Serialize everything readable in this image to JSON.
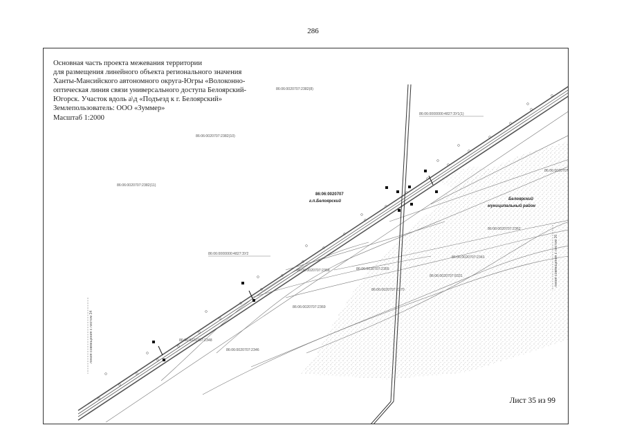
{
  "page_number": "286",
  "title_lines": [
    "Основная часть проекта межевания территории",
    "для размещения линейного объекта  регионального значения",
    "Ханты-Мансийского автономного округа-Югры «Волоконно-",
    "оптическая линия связи универсального доступа Белоярский-",
    "Югорск. Участок вдоль а\\д «Подъезд к г. Белоярский»",
    "Землепользователь: ООО «Зуммер»",
    "Масштаб 1:2000"
  ],
  "sheet_label": "Лист 35 из 99",
  "map_labels": {
    "parcel_top": "86:06:0020707:2382(8)",
    "parcel_zu1": "86:06:0000000:4827:ЗУ1(1)",
    "parcel_10": "86:06:0020707:2382(10)",
    "parcel_11": "86:06:0020707:2382(11)",
    "parcel_right": "86:06:0020707",
    "settlement_quarter": "86:06:0020707",
    "settlement_name": "г.п.Белоярский",
    "district_line1": "Белоярский",
    "district_line2": "муниципальный район",
    "parcel_2362": "86:06:0020707:2362",
    "parcel_zu2": "86:06:0000000:4827:ЗУ2",
    "parcel_2341": "86:06:0020707:2341",
    "parcel_2368": "86:06:0020707:2368",
    "parcel_2355": "86:06:0020707:2355",
    "parcel_9331": "86:06:0020707:9331",
    "parcel_2370": "86:06:0020707:2370",
    "parcel_2369": "86:06:0020707:2369",
    "parcel_2348": "86:06:0020707:2348",
    "parcel_2346": "86:06:0020707:2346",
    "left_border_text": "линия совмещения с листом 34",
    "right_border_text": "линия совмещения с листом 36"
  }
}
